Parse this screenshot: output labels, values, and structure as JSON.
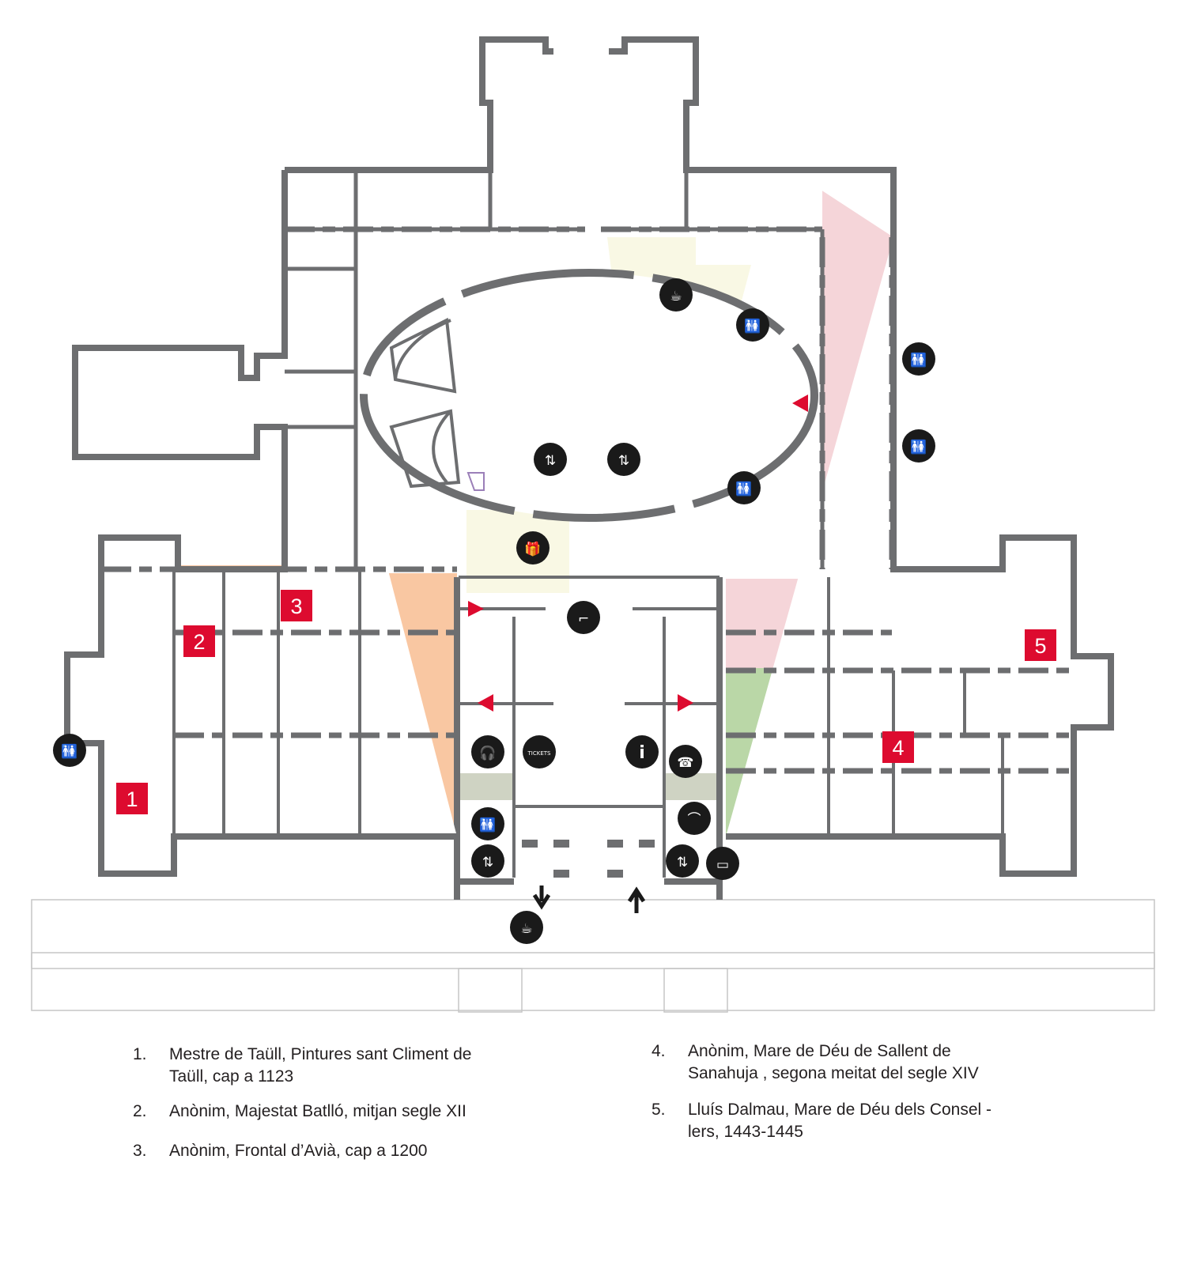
{
  "colors": {
    "zone_romanesque": "#f9c7a2",
    "zone_gothic_pink": "#f5d5d9",
    "zone_gothic_green": "#bad7a7",
    "zone_services": "#f9f8e4",
    "zone_stairs_grey": "#cfd3c3",
    "marker_red": "#dd0b2f",
    "wall_grey": "#6d6e70"
  },
  "map": {
    "markers": [
      {
        "id": "1",
        "label": "1"
      },
      {
        "id": "2",
        "label": "2"
      },
      {
        "id": "3",
        "label": "3"
      },
      {
        "id": "4",
        "label": "4"
      },
      {
        "id": "5",
        "label": "5"
      }
    ],
    "icons": [
      {
        "id": "cafe-top",
        "name": "coffee-cup-icon",
        "glyph": "☕"
      },
      {
        "id": "wc-1",
        "name": "toilets-icon",
        "glyph": "🚻"
      },
      {
        "id": "wc-2",
        "name": "toilets-icon",
        "glyph": "🚻"
      },
      {
        "id": "wc-3",
        "name": "toilets-icon",
        "glyph": "🚻"
      },
      {
        "id": "wc-4",
        "name": "toilets-icon",
        "glyph": "🚻"
      },
      {
        "id": "wc-5",
        "name": "toilets-icon",
        "glyph": "🚻"
      },
      {
        "id": "wc-6",
        "name": "toilets-icon",
        "glyph": "🚻"
      },
      {
        "id": "lift-1",
        "name": "elevator-icon",
        "glyph": "⇅"
      },
      {
        "id": "lift-2",
        "name": "elevator-icon",
        "glyph": "⇅"
      },
      {
        "id": "lift-3",
        "name": "elevator-icon",
        "glyph": "⇅"
      },
      {
        "id": "lift-4",
        "name": "elevator-icon",
        "glyph": "⇅"
      },
      {
        "id": "shop",
        "name": "gift-shop-icon",
        "glyph": "🎁"
      },
      {
        "id": "stairs",
        "name": "stairs-icon",
        "glyph": "⌐"
      },
      {
        "id": "audio",
        "name": "audioguide-headphones-icon",
        "glyph": "🎧"
      },
      {
        "id": "tickets",
        "name": "tickets-icon",
        "glyph": "TICKETS"
      },
      {
        "id": "info",
        "name": "information-icon",
        "glyph": "i"
      },
      {
        "id": "phone",
        "name": "telephone-icon",
        "glyph": "☎"
      },
      {
        "id": "cloak",
        "name": "cloakroom-hanger-icon",
        "glyph": "⌒"
      },
      {
        "id": "card",
        "name": "card-payment-icon",
        "glyph": "▭"
      },
      {
        "id": "cafe-bottom",
        "name": "coffee-cup-icon",
        "glyph": "☕"
      }
    ]
  },
  "legend": [
    {
      "num": "1.",
      "text": "Mestre de Taüll,   Pintures sant Climent de\nTaüll, cap a 1123"
    },
    {
      "num": "2.",
      "text": "Anònim, Majestat Batlló, mitjan segle  XII"
    },
    {
      "num": "3.",
      "text": "Anònim, Frontal d’Avià, cap a 1200"
    },
    {
      "num": "4.",
      "text": "Anònim, Mare de Déu de Sallent de\nSanahuja , segona meitat del segle  XIV"
    },
    {
      "num": "5.",
      "text": "Lluís Dalmau,  Mare de Déu dels Consel -\nlers, 1443-1445"
    }
  ]
}
